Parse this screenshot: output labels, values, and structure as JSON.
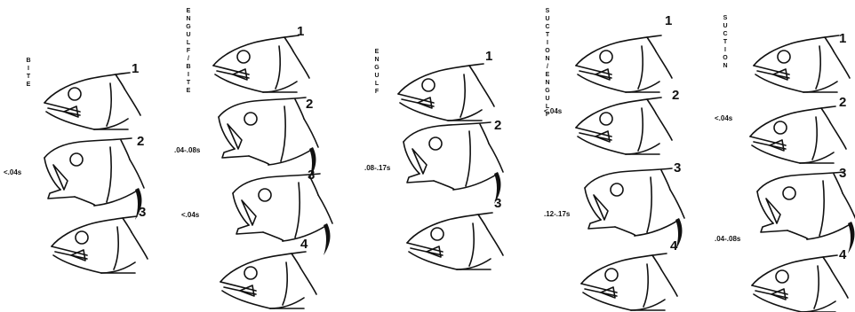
{
  "columns": [
    {
      "label": "BITE",
      "times": [
        "<.04s"
      ],
      "stages": [
        "1",
        "2",
        "3"
      ]
    },
    {
      "label": "ENGULF/BITE",
      "times": [
        ".04-.08s",
        "<.04s"
      ],
      "stages": [
        "1",
        "2",
        "3",
        "4"
      ]
    },
    {
      "label": "ENGULF",
      "times": [
        ".08-.17s"
      ],
      "stages": [
        "1",
        "2",
        "3"
      ]
    },
    {
      "label": "SUCTION/ENGULF",
      "times": [
        "<.04s",
        ".12-.17s"
      ],
      "stages": [
        "1",
        "2",
        "3",
        "4"
      ]
    },
    {
      "label": "SUCTION",
      "times": [
        "<.04s",
        ".04-.08s"
      ],
      "stages": [
        "1",
        "2",
        "3",
        "4"
      ]
    }
  ]
}
